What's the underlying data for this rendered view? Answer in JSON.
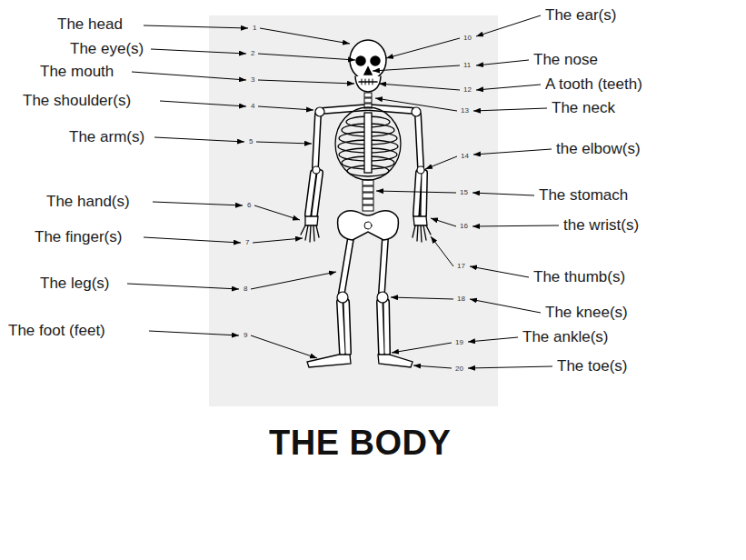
{
  "diagram": {
    "title": "THE BODY",
    "labels": [
      "The head",
      "1",
      "The eye(s)",
      "2",
      "The mouth",
      "3",
      "The shoulder(s)",
      "4",
      "The arm(s)",
      "5",
      "The hand(s)",
      "6",
      "The finger(s)",
      "7",
      "The leg(s)",
      "8",
      "The foot (feet)",
      "9",
      "The ear(s)",
      "10",
      "The nose",
      "11",
      "A tooth (teeth)",
      "12",
      "The neck",
      "13",
      "the elbow(s)",
      "14",
      "The stomach",
      "15",
      "the wrist(s)",
      "16",
      "The thumb(s)",
      "17",
      "The knee(s)",
      "18",
      "The ankle(s)",
      "19",
      "The toe(s)",
      "20"
    ]
  }
}
